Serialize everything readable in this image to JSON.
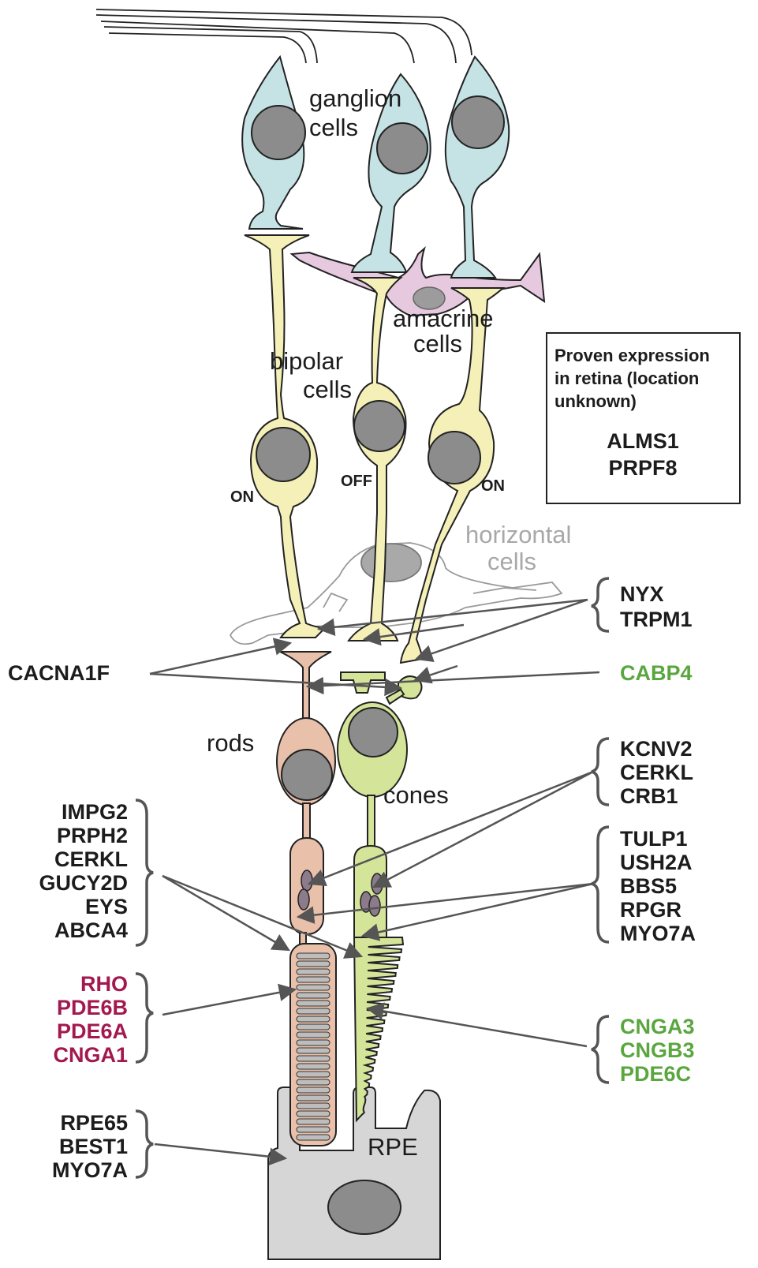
{
  "cell_labels": {
    "ganglion_1": "ganglion",
    "ganglion_2": "cells",
    "amacrine_1": "amacrine",
    "amacrine_2": "cells",
    "bipolar_1": "bipolar",
    "bipolar_2": "cells",
    "horizontal_1": "horizontal",
    "horizontal_2": "cells",
    "rods": "rods",
    "cones": "cones",
    "rpe": "RPE"
  },
  "bipolar_types": {
    "left": "ON",
    "middle": "OFF",
    "right": "ON"
  },
  "proven_box": {
    "lines": [
      "Proven expression",
      "in retina (location",
      "unknown)"
    ],
    "genes": [
      "ALMS1",
      "PRPF8"
    ]
  },
  "gene_groups": {
    "synapse_right": [
      "NYX",
      "TRPM1"
    ],
    "cacna1f": "CACNA1F",
    "cabp4": "CABP4",
    "cilium_right": [
      "KCNV2",
      "CERKL",
      "CRB1"
    ],
    "outer_segment_right": [
      "TULP1",
      "USH2A",
      "BBS5",
      "RPGR",
      "MYO7A"
    ],
    "outer_segment_left": [
      "IMPG2",
      "PRPH2",
      "CERKL",
      "GUCY2D",
      "EYS",
      "ABCA4"
    ],
    "rod_specific": [
      "RHO",
      "PDE6B",
      "PDE6A",
      "CNGA1"
    ],
    "cone_specific": [
      "CNGA3",
      "CNGB3",
      "PDE6C"
    ],
    "rpe_genes": [
      "RPE65",
      "BEST1",
      "MYO7A"
    ]
  },
  "colors": {
    "ganglion": "#c5e2e5",
    "bipolar": "#f4f0b7",
    "amacrine": "#e6c9df",
    "nucleus": "#8c8c8c",
    "rod": "#e9c0aa",
    "cone": "#d4e59a",
    "rpe": "#d6d6d6",
    "rod_text": "#a3194f",
    "cone_text": "#5aa63f",
    "horizontal_text": "#a8a8a8"
  }
}
